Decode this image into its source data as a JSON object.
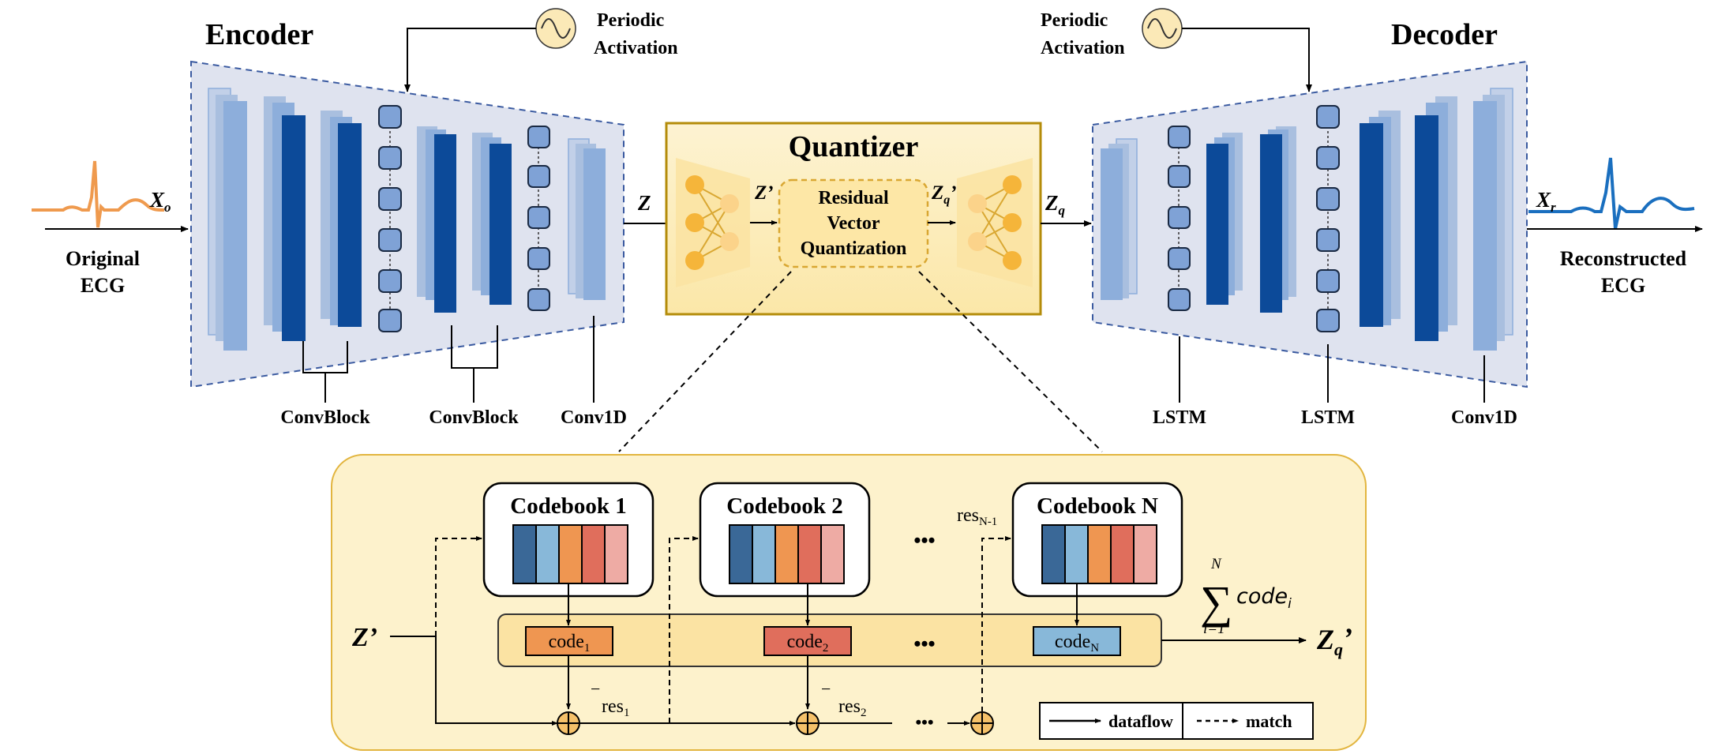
{
  "colors": {
    "panel_fill": "#dfe3ef",
    "panel_border": "#3a5aa0",
    "bar_light": "#a9bfdf",
    "bar_mid": "#8daedb",
    "bar_dark": "#0c4a99",
    "node_fill": "#7fa2d6",
    "quantizer_fill": "#fdf2cc",
    "quantizer_border": "#b48c0a",
    "rvq_box_fill": "#fde7a6",
    "rvq_box_border": "#d9a732",
    "neuron": "#f5b53a",
    "ecg_orig": "#ef9a4e",
    "ecg_recon": "#1a6fbf",
    "code_colors": [
      "#3a6897",
      "#88b8d9",
      "#ef9651",
      "#e06e5c",
      "#eeaba4"
    ],
    "code1_fill": "#ef9651",
    "code2_fill": "#e06e5c",
    "codeN_fill": "#88b8d9"
  },
  "encoder": {
    "title": "Encoder",
    "input_label": "X",
    "input_sub": "o",
    "original_line1": "Original",
    "original_line2": "ECG",
    "periodic_line1": "Periodic",
    "periodic_line2": "Activation",
    "convblock1": "ConvBlock",
    "convblock2": "ConvBlock",
    "conv1d": "Conv1D",
    "z_label": "Z"
  },
  "quantizer": {
    "title": "Quantizer",
    "z_prime": "Z’",
    "rvq_line1": "Residual",
    "rvq_line2": "Vector",
    "rvq_line3": "Quantization",
    "zq_prime_main": "Z",
    "zq_prime_sub": "q",
    "zq_prime_tick": "’",
    "zq_main": "Z",
    "zq_sub": "q"
  },
  "decoder": {
    "title": "Decoder",
    "output_label": "X",
    "output_sub": "r",
    "recon_line1": "Reconstructed",
    "recon_line2": "ECG",
    "periodic_line1": "Periodic",
    "periodic_line2": "Activation",
    "lstm1": "LSTM",
    "lstm2": "LSTM",
    "conv1d": "Conv1D"
  },
  "rvq_detail": {
    "z_prime": "Z’",
    "codebook1": "Codebook 1",
    "codebook2": "Codebook 2",
    "codebookN": "Codebook N",
    "ellipsis": "•••",
    "ellipsis_small": "•••",
    "code1_main": "code",
    "code1_sub": "1",
    "code2_main": "code",
    "code2_sub": "2",
    "codeN_main": "code",
    "codeN_sub": "N",
    "res1_main": "res",
    "res1_sub": "1",
    "res2_main": "res",
    "res2_sub": "2",
    "resN1_main": "res",
    "resN1_sub": "N-1",
    "minus": "−",
    "sum_sym": "∑",
    "sum_top": "N",
    "sum_bottom": "i=1",
    "sum_term_main": "code",
    "sum_term_sub": "i",
    "out_main": "Z",
    "out_sub": "q",
    "out_tick": "’",
    "legend_dataflow": "dataflow",
    "legend_match": "match"
  }
}
